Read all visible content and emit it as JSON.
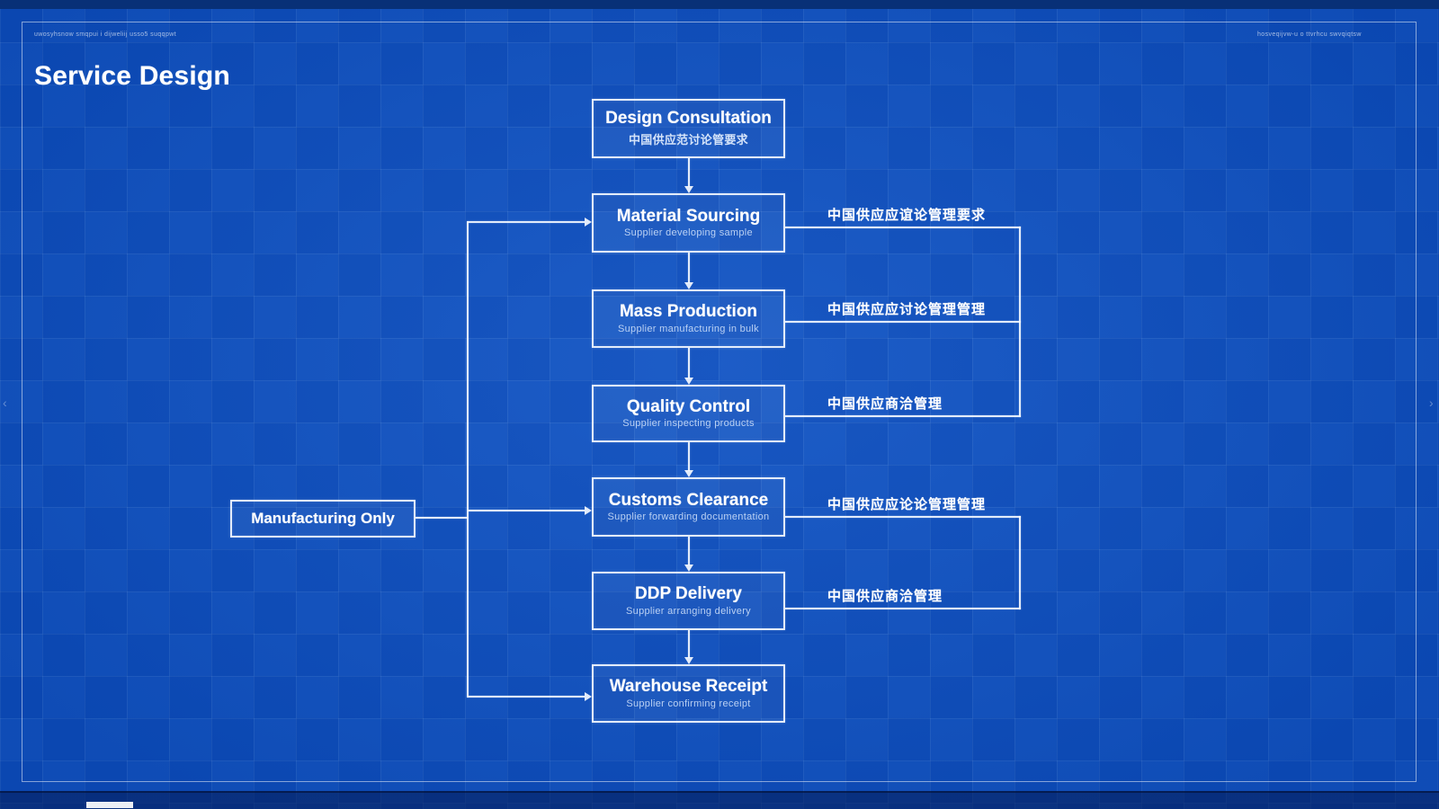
{
  "page": {
    "title": "Service Design"
  },
  "corner_notes": {
    "top_left": "uwosyhsnow smqpui i dijweliij usso5 suqqpwt",
    "top_right": "hosveqijvw-u o ttvrhcu swvqiqtsw"
  },
  "flow": {
    "steps": [
      {
        "title": "Design Consultation",
        "subtitle": "中国供应范讨论管要求"
      },
      {
        "title": "Material Sourcing",
        "subtitle": "Supplier developing sample"
      },
      {
        "title": "Mass Production",
        "subtitle": "Supplier manufacturing in bulk"
      },
      {
        "title": "Quality Control",
        "subtitle": "Supplier inspecting products"
      },
      {
        "title": "Customs Clearance",
        "subtitle": "Supplier forwarding documentation"
      },
      {
        "title": "DDP Delivery",
        "subtitle": "Supplier arranging delivery"
      },
      {
        "title": "Warehouse Receipt",
        "subtitle": "Supplier confirming receipt"
      }
    ]
  },
  "side_branch": {
    "label": "Manufacturing Only"
  },
  "annotations": {
    "group1": [
      {
        "label": "中国供应应谊论管理要求"
      },
      {
        "label": "中国供应应讨论管理管理"
      },
      {
        "label": "中国供应商洽管理"
      }
    ],
    "group2": [
      {
        "label": "中国供应应论论管理管理"
      },
      {
        "label": "中国供应商洽管理"
      }
    ]
  },
  "edges": {
    "prev_glyph": "‹",
    "next_glyph": "›"
  },
  "colors": {
    "background": "#0c51c3",
    "line": "#f4f8ff",
    "text": "#ffffff",
    "top_strip": "#083077"
  }
}
